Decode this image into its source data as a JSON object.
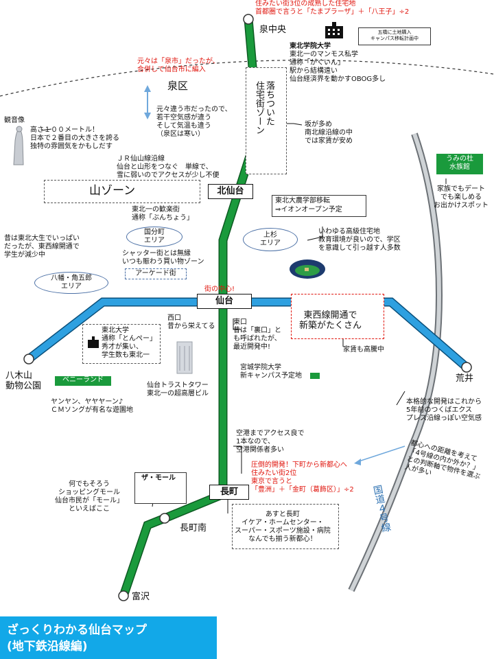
{
  "title": {
    "line1": "ざっくりわかる仙台マップ",
    "line2": "(地下鉄沿線編)"
  },
  "stations": {
    "izumichuo": "泉中央",
    "kitasendai": "北仙台",
    "sendai": "仙台",
    "nagamachi": "長町",
    "nagamachiminami": "長町南",
    "tomizawa": "富沢",
    "yagiyama": "八木山\n動物公園",
    "arai": "荒井"
  },
  "top_note": {
    "line1": "住みたい街3位の成熟した住宅地",
    "line2": "首都圏で言うと「たまプラーザ」＋「八王子」÷2"
  },
  "tohoku_gakuin": {
    "name": "東北学院大学",
    "plan": "五橋に土地購入\nキャンパス移転計画中",
    "desc": "東北一のマンモス私学\n通称「がくいん」\n駅から結構遠い\n仙台経済界を動かすOBOG多し"
  },
  "izumi": {
    "note": "元々は「泉市」だったが、\n合併して仙台市に編入",
    "label": "泉区",
    "desc": "元々違う市だったので、\n若干空気感が違う\nそして気温も違う\n（泉区は寒い）",
    "zone": "落ちついた\n住宅街ゾーン",
    "saka": "坂が多め\n南北線沿線の中\nでは家賃が安め"
  },
  "kannon": {
    "label": "観音像",
    "desc": "高さ１００メートル！\n日本で２番目の大きさを誇る\n独特の雰囲気をかもしだす"
  },
  "senzan": {
    "desc": "ＪＲ仙山線沿線\n仙台と山形をつなぐ　単線で、\n雪に弱いのでアクセスが少し不便",
    "zone": "山ゾーン"
  },
  "nosei": {
    "text": "東北大農学部移転\n⇒イオンオープン予定"
  },
  "aquarium": {
    "label": "うみの杜\n水族館",
    "desc": "家族でもデート\nでも楽しめる\nお出かけスポット"
  },
  "kokubuncho": {
    "desc": "東北一の歓楽街\n通称「ぶんちょう」",
    "oval": "国分町\nエリア",
    "shop": "シャッター街とは無縁\nいつも賑わう買い物ゾーン",
    "arcade": "アーケード街"
  },
  "kamisugi": {
    "oval": "上杉\nエリア",
    "desc": "いわゆる高級住宅地\n教育環境が良いので、学区\nを意識して引っ越す人多数"
  },
  "yawata": {
    "desc": "昔は東北大生でいっぱい\nだったが、東西線開通で\n学生が減少中",
    "oval": "八幡・角五郎\nエリア"
  },
  "center": {
    "label": "街の中心!"
  },
  "tozai": {
    "text": "東西線開通で\n新築がたくさん",
    "rent": "家賃も高騰中"
  },
  "west_exit": {
    "text": "西口\n昔から栄えてる"
  },
  "east_exit": {
    "text": "東口\n昔は「裏口」と\nも呼ばれたが、\n最近開発中!"
  },
  "tohoku_univ": {
    "text": "東北大学\n通称「とんぺー」\n秀才が集い、\n学生数も東北一"
  },
  "trust_tower": {
    "text": "仙台トラストタワー\n東北一の超高層ビル"
  },
  "miyagi_gakuin": {
    "text": "宮城学院大学\n新キャンパス予定地"
  },
  "benny": {
    "label": "ベニーランド",
    "desc": "ヤンヤン、ヤヤヤーン♪\nＣＭソングが有名な遊園地"
  },
  "arai_dev": {
    "text": "本格的な開発はこれから\n5年前のつくばエクス\nプレス沿線っぽい空気感"
  },
  "route4": {
    "label": "国道４号線",
    "note": "都心への距離を考えて\n「4号線の内か外か？」\nとの判断軸で物件を選ぶ\n人が多い"
  },
  "airport": {
    "text": "空港までアクセス良で\n1本なので、\n空港関係者多い"
  },
  "nagamachi_dev": {
    "line1": "圧倒的開発！下町から新都心へ",
    "line2": "住みたい街2位",
    "line3": "東京で言うと",
    "line4": "「豊洲」＋「金町（葛飾区）」÷2"
  },
  "mall": {
    "label": "ザ・モール",
    "desc": "何でもそろう\nショッピングモール\n仙台市民が「モール」\nといえばここ"
  },
  "asuto": {
    "text": "あすと長町\nイケア・ホームセンター・\nスーパー・スポーツ施設・病院\nなんでも揃う新都心！"
  },
  "colors": {
    "namboku": "#1a9a3c",
    "tozai": "#2ea0e0",
    "red": "#e0140c",
    "route4": "#9aa0a6",
    "title_bg": "#12a8e8"
  }
}
